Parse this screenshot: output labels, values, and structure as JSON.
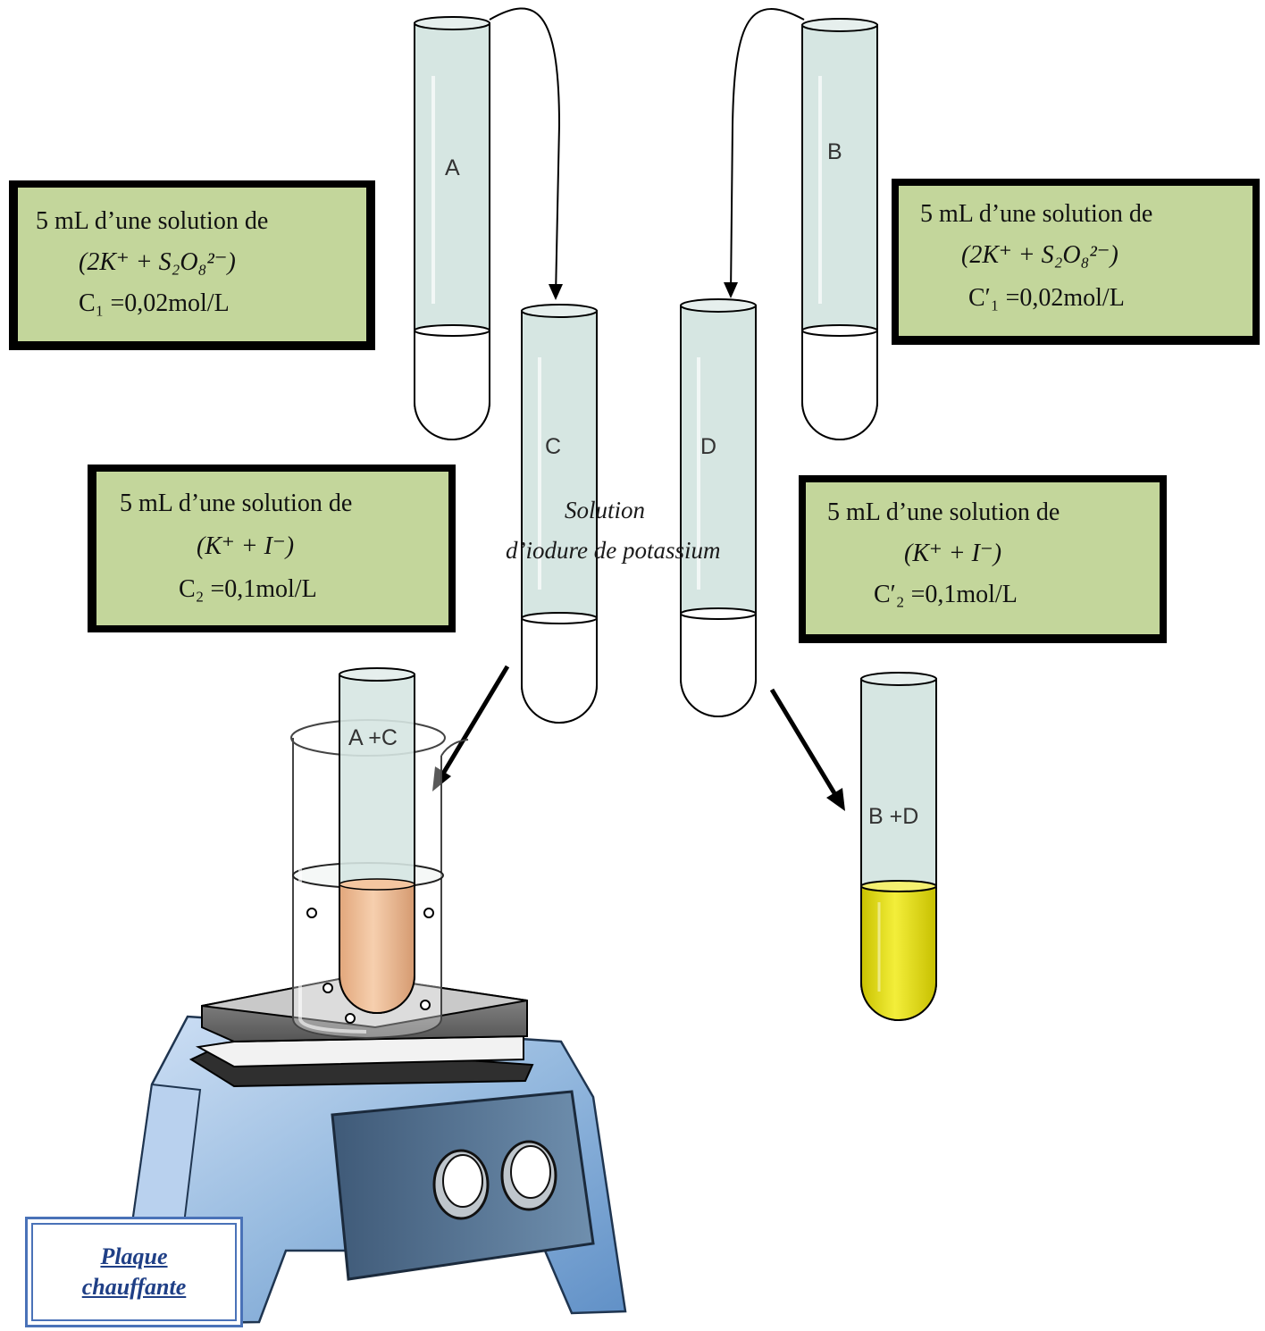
{
  "tubes": {
    "a": "A",
    "b": "B",
    "c": "C",
    "d": "D",
    "ac": "A +C",
    "bd": "B +D"
  },
  "solution_note": {
    "line1": "Solution",
    "line2": "d’iodure de potassium"
  },
  "box_a": {
    "line1": "5 mL d’une solution de",
    "formula": "(2K⁺ + S₂O₈²⁻)",
    "concentration": "C₁ =0,02mol/L"
  },
  "box_b": {
    "line1": "5 mL d’une solution de",
    "formula": "(2K⁺ + S₂O₈²⁻)",
    "concentration": "C′₁ =0,02mol/L"
  },
  "box_c": {
    "line1": "5 mL d’une solution de",
    "formula": "(K⁺ + I⁻)",
    "concentration": "C₂ =0,1mol/L"
  },
  "box_d": {
    "line1": "5 mL d’une solution de",
    "formula": "(K⁺ + I⁻)",
    "concentration": "C′₂ =0,1mol/L"
  },
  "heater_caption": {
    "line1": "Plaque",
    "line2": "chauffante"
  },
  "colors": {
    "tube_glass": "#d6e6e2",
    "box_fill": "#c3d69b",
    "liquid_orange": "#f0b98c",
    "liquid_yellow": "#e8e20a",
    "heater_body": "#8eb4e3",
    "caption_border": "#4a72b8"
  }
}
